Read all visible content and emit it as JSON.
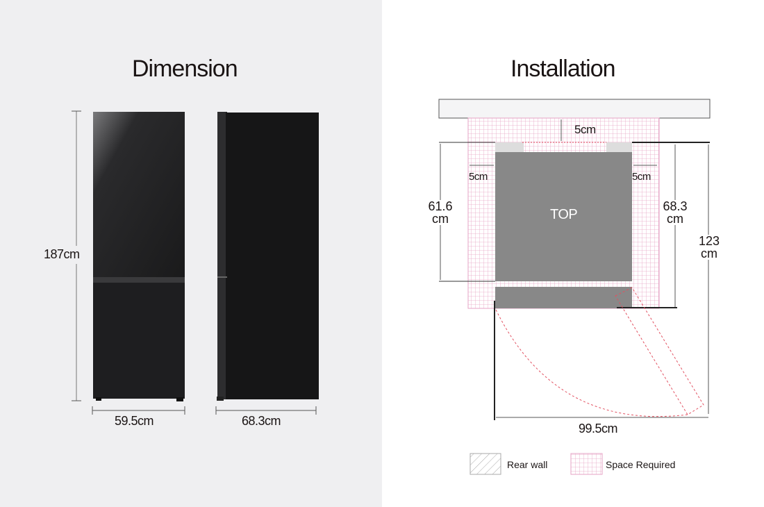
{
  "dimension": {
    "title": "Dimension",
    "height_label": "187cm",
    "front_width_label": "59.5cm",
    "side_depth_label": "68.3cm"
  },
  "installation": {
    "title": "Installation",
    "top_gap": "5cm",
    "left_gap": "5cm",
    "right_gap": "5cm",
    "body_depth_value": "61.6",
    "body_depth_unit": "cm",
    "total_depth_value": "68.3",
    "total_depth_unit": "cm",
    "door_open_depth_value": "123",
    "door_open_depth_unit": "cm",
    "door_open_width": "99.5cm",
    "top_label": "TOP"
  },
  "legend": {
    "rear_wall": "Rear wall",
    "space_required": "Space Required"
  },
  "colors": {
    "left_bg": "#efeff1",
    "fridge": "#1c1c1e",
    "top_view": "#888888",
    "space_grid": "#e6a3c4",
    "swing_dashes": "#e25060"
  }
}
